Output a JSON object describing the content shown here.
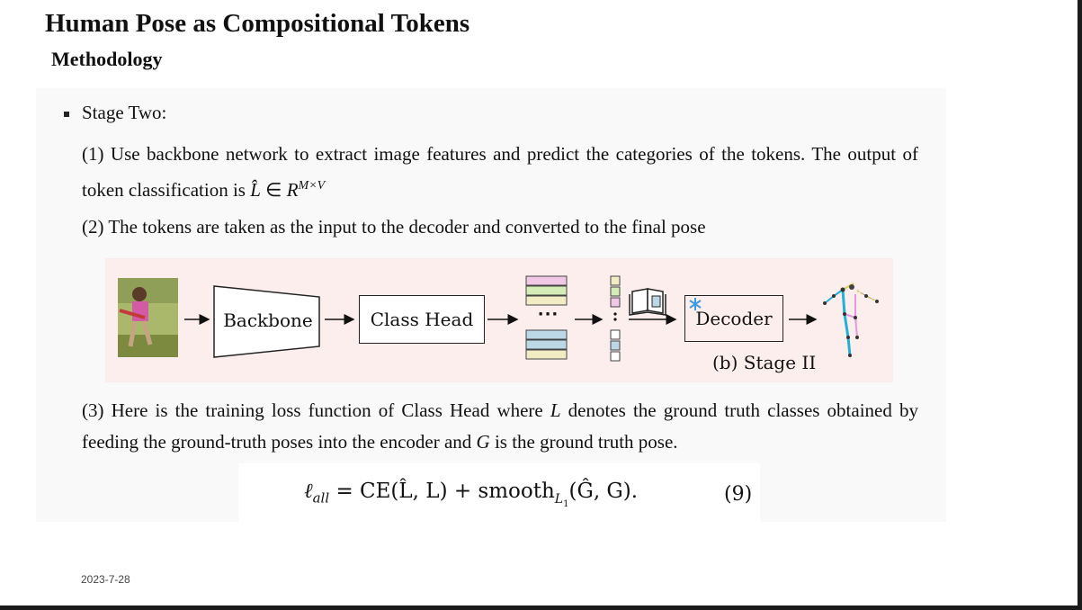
{
  "slide": {
    "title": "Human Pose as Compositional Tokens",
    "subtitle": "Methodology",
    "bullet": "Stage Two:",
    "p1": {
      "text": "(1) Use backbone network to extract image features and predict  the categories of the tokens. The output of token classification is ",
      "math_L": "L̂",
      "math_in": " ∈ ",
      "math_R": "R",
      "math_sup": "M×V"
    },
    "p2": "(2) The tokens are taken as the input to the decoder and converted to the final pose",
    "p3": {
      "t1": "(3) Here is the training loss function of Class Head where ",
      "L": "L",
      "t2": " denotes the ground truth classes obtained by feeding the ground-truth poses into the encoder and ",
      "G": "G",
      "t3": " is the ground truth pose."
    },
    "equation": {
      "lhs": "ℓ",
      "lhs_sub": "all",
      "body": " = CE(L̂, L) + smooth",
      "sub": "L",
      "sub2": "1",
      "tail": "(Ĝ, G).",
      "number": "(9)"
    },
    "date": "2023-7-28"
  },
  "diagram": {
    "backbone": "Backbone",
    "class_head": "Class Head",
    "decoder": "Decoder",
    "caption": "(b) Stage II",
    "dots": "···",
    "colors": {
      "bg": "#fdeeee",
      "token_pink": "#f0c8e6",
      "token_green": "#d5ecb8",
      "token_blue": "#bcd8e6",
      "token_yellow": "#f2ecc4",
      "pose_cyan": "#22b0d6",
      "pose_pink": "#e898e0",
      "pose_yellow": "#d8d04a"
    }
  }
}
